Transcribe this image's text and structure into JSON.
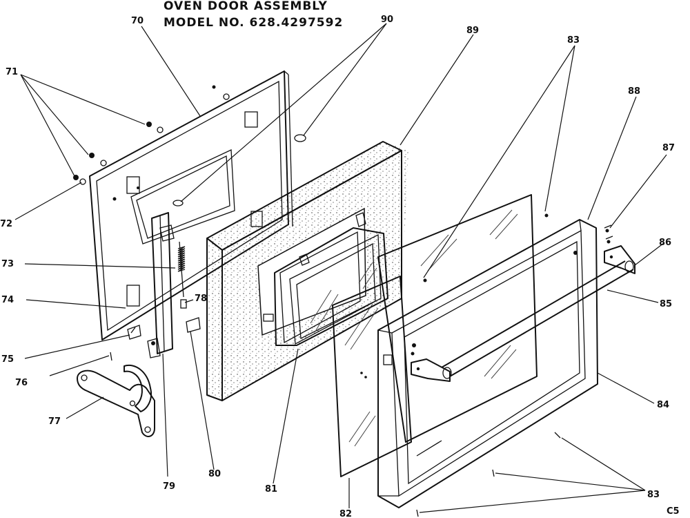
{
  "title": {
    "line1": "OVEN DOOR ASSEMBLY",
    "line2": "MODEL NO. 628.4297592"
  },
  "corner_code": "C5",
  "callouts": {
    "c70": "70",
    "c71": "71",
    "c72": "72",
    "c73": "73",
    "c74": "74",
    "c75": "75",
    "c76": "76",
    "c77": "77",
    "c78": "78",
    "c79": "79",
    "c80": "80",
    "c81": "81",
    "c82": "82",
    "c83a": "83",
    "c83b": "83",
    "c84": "84",
    "c85": "85",
    "c86": "86",
    "c87": "87",
    "c88": "88",
    "c89": "89",
    "c90": "90"
  }
}
